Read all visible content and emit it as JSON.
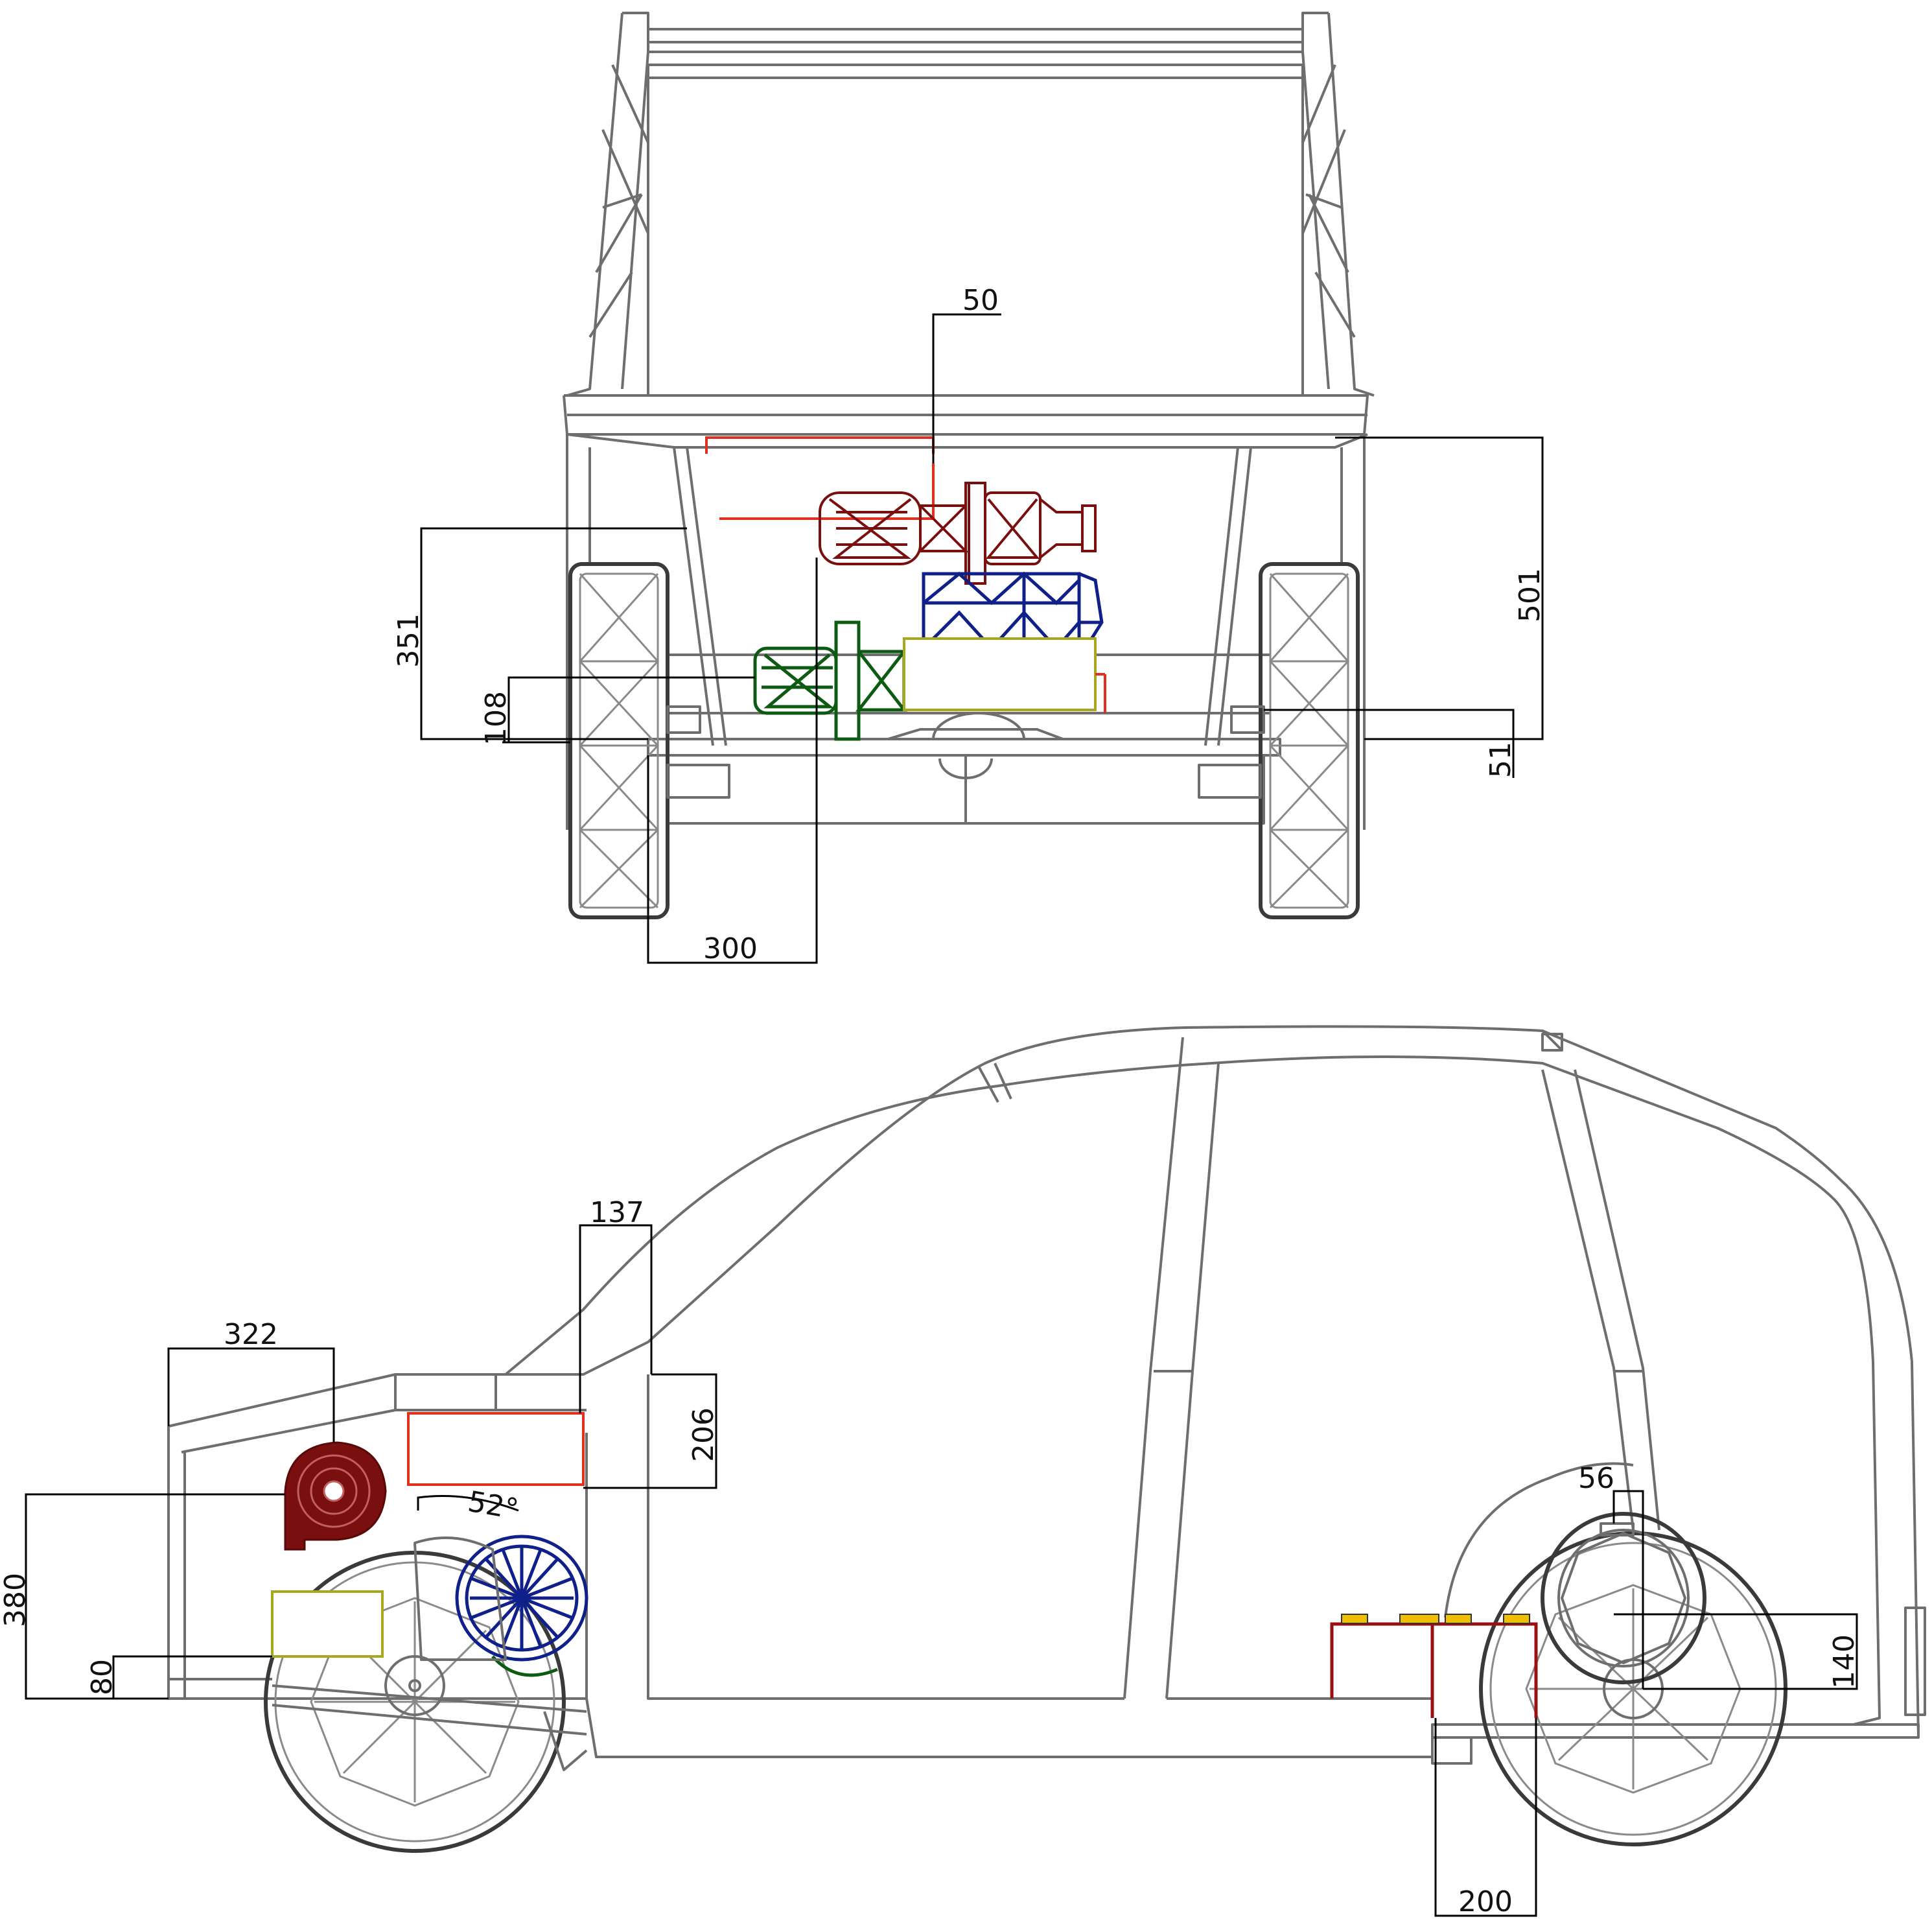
{
  "drawing": {
    "colors": {
      "frame": "#6e6e6e",
      "dimension": "#000000",
      "battery_box": "#e0301e",
      "motor": "#7a0f0f",
      "gearbox": "#10208a",
      "generator": "#0d5a12",
      "controller": "#a8a820",
      "battery_terminals": "#f0c000"
    },
    "front_view": {
      "dimensions": {
        "d50": "50",
        "d351": "351",
        "d108": "108",
        "d501": "501",
        "d51": "51",
        "d300": "300"
      }
    },
    "side_view": {
      "dimensions": {
        "d137": "137",
        "d322": "322",
        "d206": "206",
        "d52": "52°",
        "d380": "380",
        "d80": "80",
        "d56": "56",
        "d140": "140",
        "d200": "200"
      }
    }
  }
}
